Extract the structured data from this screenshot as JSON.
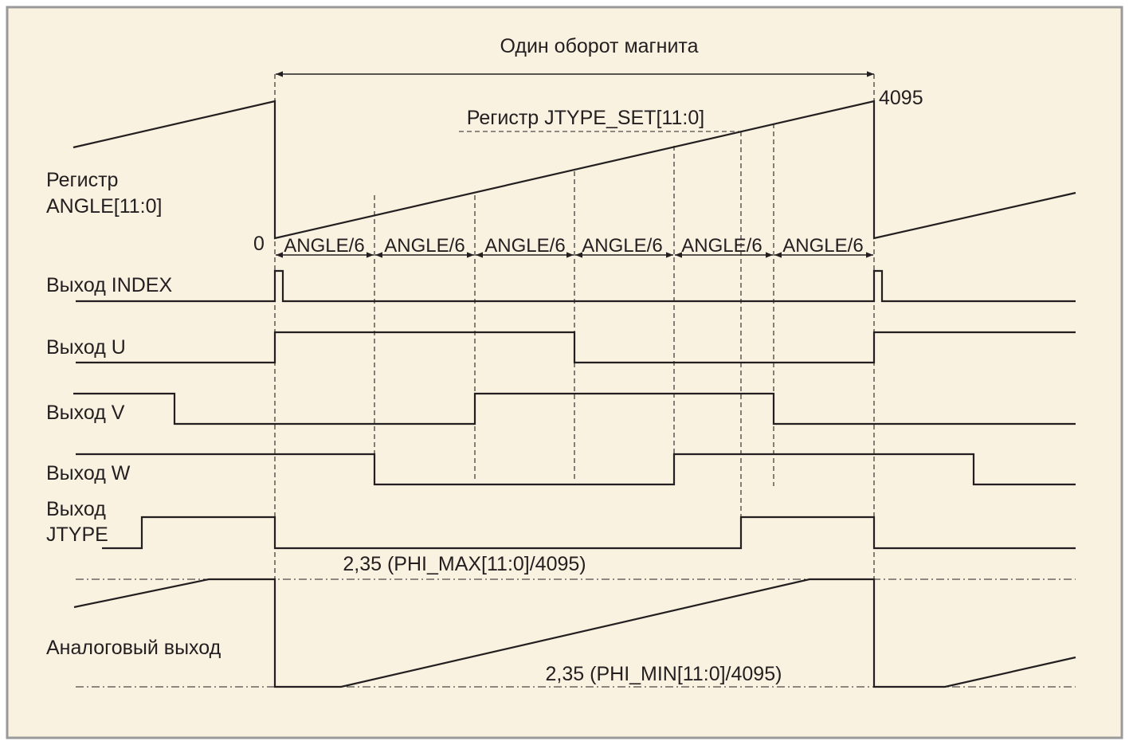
{
  "colors": {
    "background": "#f9f2e1",
    "border": "#9a9a9a",
    "outer": "#ffffff",
    "line": "#231f20"
  },
  "title": "Один оборот магнита",
  "register_label": "Регистр JTYPE_SET[11:0]",
  "value_max": "4095",
  "value_zero": "0",
  "segment_label": "ANGLE/6",
  "signals": [
    {
      "key": "angle",
      "lines": [
        "Регистр",
        "ANGLE[11:0]"
      ]
    },
    {
      "key": "index",
      "lines": [
        "Выход INDEX"
      ]
    },
    {
      "key": "u",
      "lines": [
        "Выход U"
      ]
    },
    {
      "key": "v",
      "lines": [
        "Выход V"
      ]
    },
    {
      "key": "w",
      "lines": [
        "Выход W"
      ]
    },
    {
      "key": "jtype",
      "lines": [
        "Выход",
        "JTYPE"
      ]
    },
    {
      "key": "analog",
      "lines": [
        "Аналоговый выход"
      ]
    }
  ],
  "phi_max_label": "2,35 (PHI_MAX[11:0]/4095)",
  "phi_min_label": "2,35 (PHI_MIN[11:0]/4095)"
}
